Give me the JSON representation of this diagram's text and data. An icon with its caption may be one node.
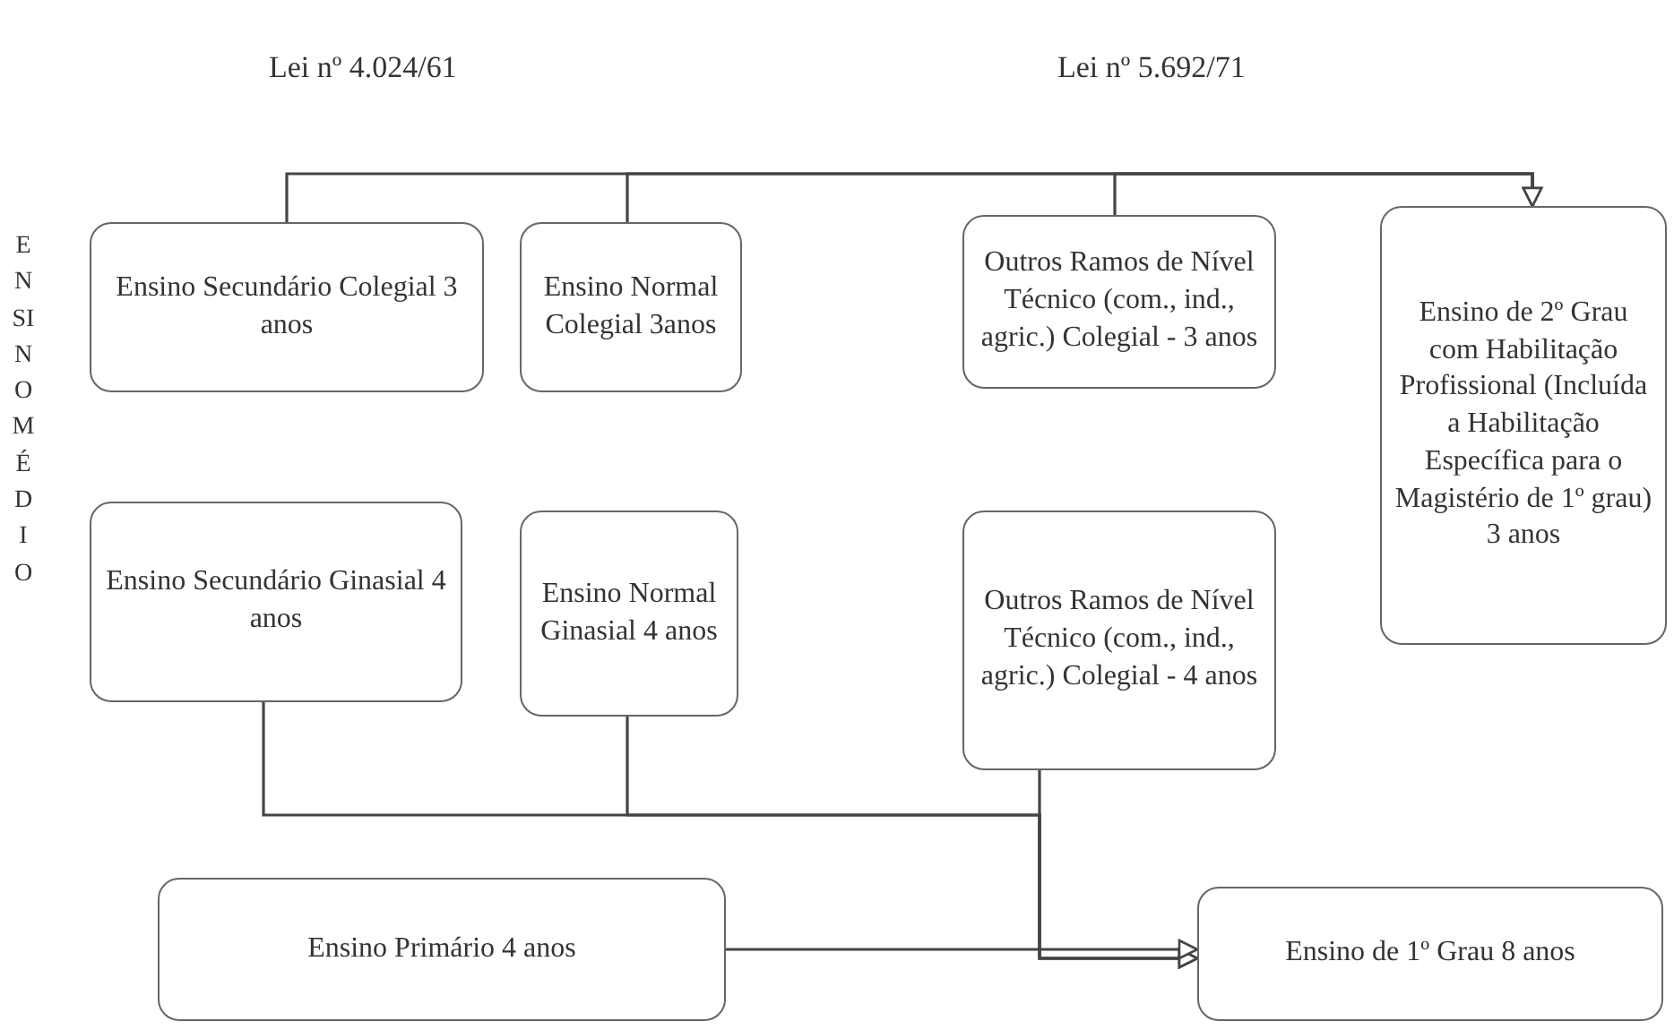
{
  "diagram": {
    "nodes": [
      {
        "text": [
          "Ensino Secundário Colegial 3 anos"
        ]
      },
      {
        "text": [
          "Ensino Normal Colegial 3anos"
        ]
      },
      {
        "text": [
          "Outros Ramos de Nível Técnico (com., ind., agric.) Colegial - 3 anos"
        ]
      },
      {
        "text": [
          "Ensino de 2º Grau com Habilitação Profissional (Incluída a Habilitação Específica para o Magistério de 1º grau) 3 anos"
        ]
      },
      {
        "text": [
          "Ensino Secundário Ginasial 4 anos"
        ]
      },
      {
        "text": [
          "Ensino Normal Ginasial 4 anos"
        ]
      },
      {
        "text": [
          "Outros Ramos de Nível Técnico (com., ind., agric.) Colegial - 4 anos"
        ]
      },
      {
        "text": [
          "Ensino Primário 4 anos"
        ]
      },
      {
        "text": [
          "Ensino de 1º Grau 8 anos"
        ]
      }
    ],
    "edges": [
      {
        "from": 0,
        "to": 3,
        "arrow": "to"
      },
      {
        "from": 1,
        "to": 3,
        "arrow": "to"
      },
      {
        "from": 2,
        "to": 3,
        "arrow": "to"
      },
      {
        "from": 4,
        "to": 8,
        "arrow": "to"
      },
      {
        "from": 5,
        "to": 8,
        "arrow": "to"
      },
      {
        "from": 6,
        "to": 8,
        "arrow": "to"
      },
      {
        "from": 7,
        "to": 8,
        "arrow": "to"
      }
    ],
    "labels": [
      "Lei nº 4.024/61",
      "Lei nº 5.692/71",
      "ENSINO MÉDIO"
    ]
  }
}
